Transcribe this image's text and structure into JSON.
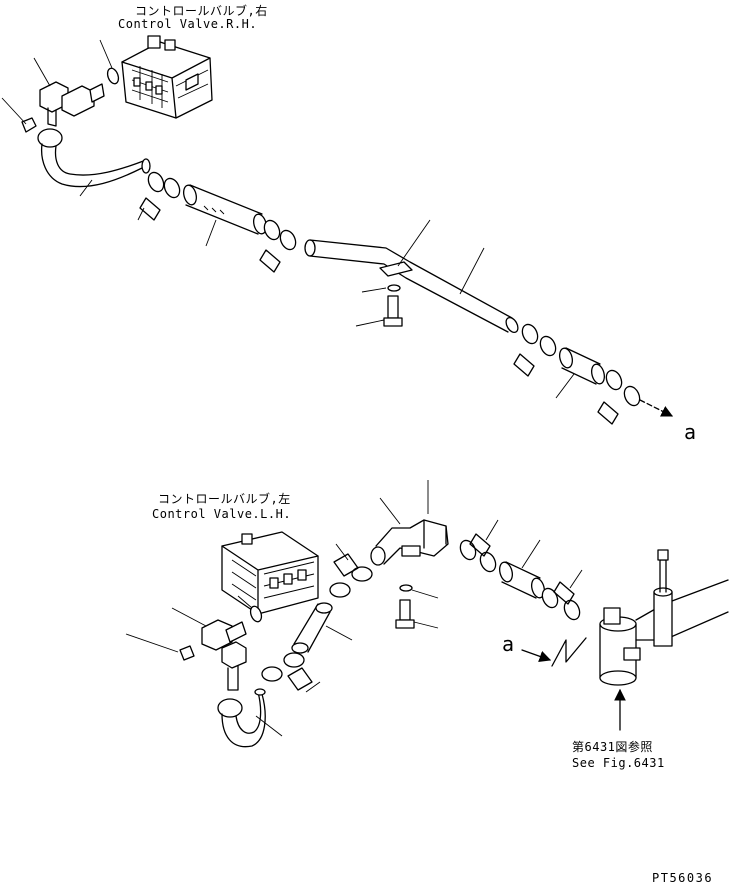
{
  "labels": {
    "rh_valve_jp": "コントロールバルブ,右",
    "rh_valve_en": "Control Valve.R.H.",
    "lh_valve_jp": "コントロールバルブ,左",
    "lh_valve_en": "Control Valve.L.H.",
    "ref_jp": "第6431図参照",
    "ref_en": "See Fig.6431",
    "connector_a_top": "a",
    "connector_a_bottom": "a",
    "figure_id": "PT56036"
  }
}
